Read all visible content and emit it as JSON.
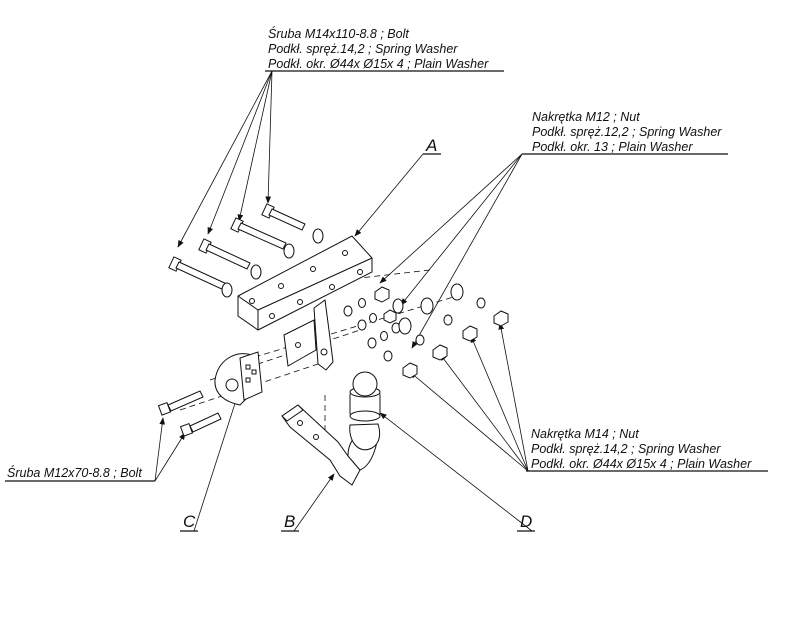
{
  "callouts": {
    "top": [
      "Śruba M14x110-8.8 ;  Bolt",
      "Podkł. spręż.14,2 ; Spring Washer",
      "Podkł. okr.  Ø44x Ø15x 4 ; Plain Washer"
    ],
    "upper_right": [
      "Nakrętka  M12 ; Nut",
      "Podkł. spręż.12,2 ; Spring Washer",
      "Podkł. okr. 13 ; Plain Washer"
    ],
    "lower_right": [
      "Nakrętka  M14 ; Nut",
      "Podkł. spręż.14,2 ; Spring Washer",
      "Podkł. okr.  Ø44x Ø15x 4 ; Plain Washer"
    ],
    "left": [
      "Śruba M12x70-8.8 ;  Bolt"
    ]
  },
  "parts": {
    "a": "A",
    "b": "B",
    "c": "C",
    "d": "D"
  }
}
